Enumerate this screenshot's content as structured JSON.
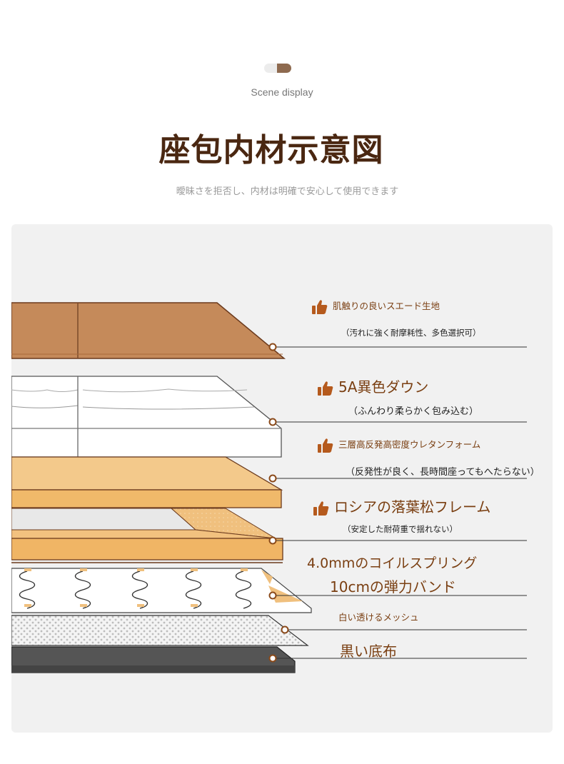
{
  "header": {
    "scene_label": "Scene display",
    "title": "座包内材示意図",
    "tagline": "曖昧さを拒否し、内材は明確で安心して使用できます"
  },
  "colors": {
    "brand_brown": "#7a3f12",
    "title_brown": "#4a2711",
    "toggle_brown": "#8e6a4f"
  },
  "layers": [
    {
      "name": "肌触りの良いスエード生地",
      "note": "（汚れに強く耐摩耗性、多色選択可）",
      "icon": "thumbs-up-icon"
    },
    {
      "name": "5A異色ダウン",
      "note": "（ふんわり柔らかく包み込む）",
      "icon": "thumbs-up-icon"
    },
    {
      "name": "三層高反発高密度ウレタンフォーム",
      "note": "（反発性が良く、長時間座ってもへたらない）",
      "icon": "thumbs-up-icon"
    },
    {
      "name": "ロシアの落葉松フレーム",
      "note": "（安定した耐荷重で揺れない）",
      "icon": "thumbs-up-icon"
    },
    {
      "name": "4.0mmのコイルスプリング",
      "note": ""
    },
    {
      "name": "10cmの弾力バンド",
      "note": ""
    },
    {
      "name": "白い透けるメッシュ",
      "note": ""
    },
    {
      "name": "黒い底布",
      "note": ""
    }
  ]
}
